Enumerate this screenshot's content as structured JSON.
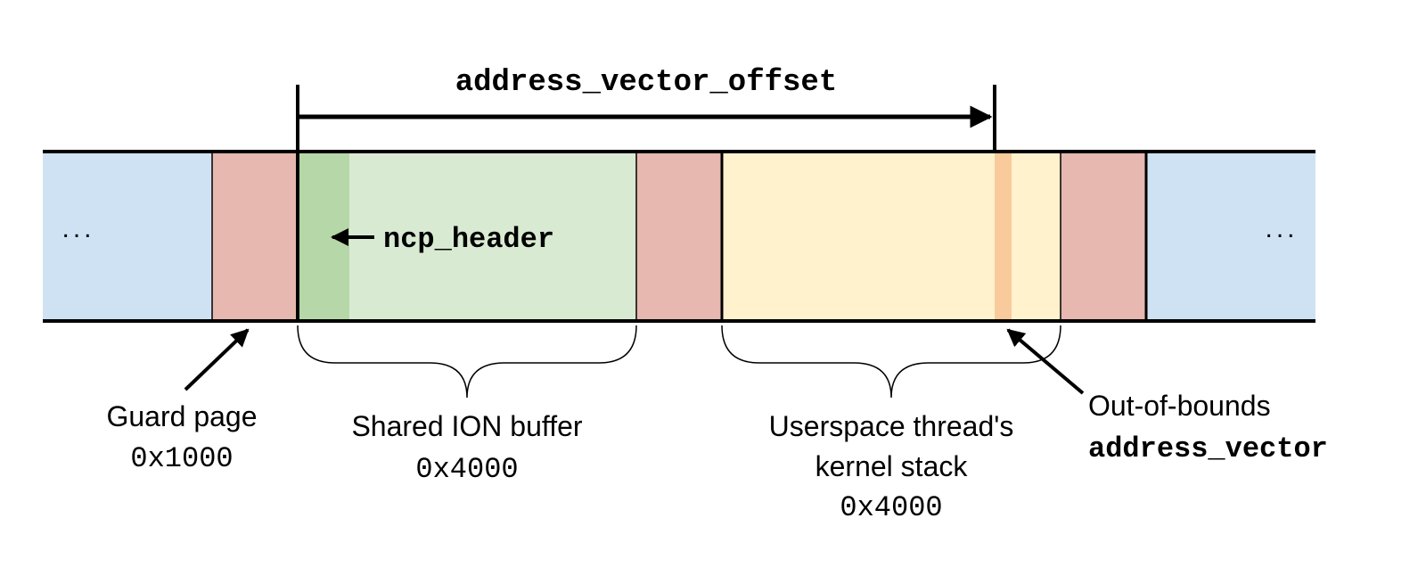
{
  "colors": {
    "other_memory": "#cfe2f3",
    "guard_page": "#e6b8af",
    "ion_buffer": "#d9ead3",
    "ncp_header": "#b6d7a8",
    "kernel_stack": "#fff2cc",
    "address_vector": "#f9cb9c",
    "stroke": "#000000"
  },
  "offset_label": "address_vector_offset",
  "ellipsis_left": "...",
  "ellipsis_right": "...",
  "ncp_header_label": "ncp_header",
  "guard_page": {
    "name": "Guard page",
    "size": "0x1000"
  },
  "ion_buffer": {
    "name": "Shared ION buffer",
    "size": "0x4000"
  },
  "kernel_stack": {
    "name_line1": "Userspace thread's",
    "name_line2": "kernel stack",
    "size": "0x4000"
  },
  "out_of_bounds": {
    "line1": "Out-of-bounds",
    "line2": "address_vector"
  }
}
